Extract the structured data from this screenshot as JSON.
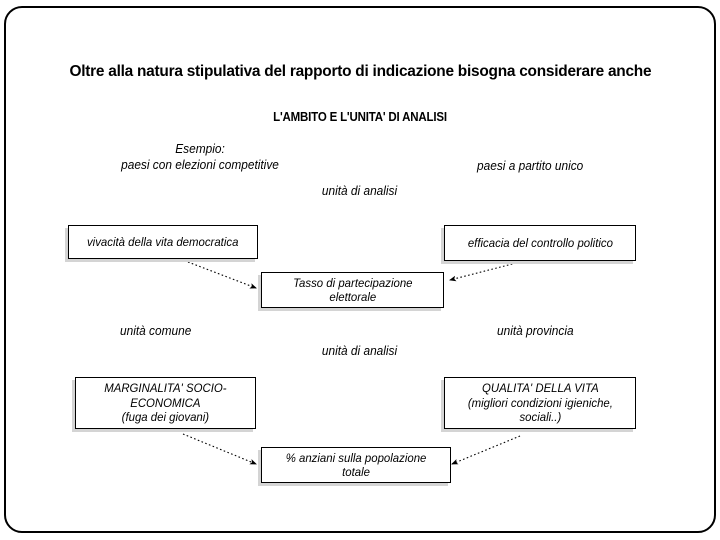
{
  "slide": {
    "heading": "Oltre alla natura stipulativa del rapporto di indicazione  bisogna considerare anche",
    "diagram_title": "L'AMBITO E L'UNITA' DI ANALISI",
    "frame_color": "#000000",
    "background_color": "#ffffff",
    "box_border_color": "#000000",
    "box_shadow_color": "#d4d4d4",
    "arrow_color": "#000000"
  },
  "captions": {
    "example_left": "Esempio:\npaesi con elezioni competitive",
    "example_right": "paesi a partito unico",
    "unit_of_analysis_top": "unità di analisi",
    "unit_common": "unità comune",
    "unit_province": "unità provincia",
    "unit_of_analysis_bottom": "unità di analisi"
  },
  "boxes": {
    "top_left": "vivacità della vita democratica",
    "top_right": "efficacia del controllo politico",
    "middle_center": "Tasso di partecipazione\nelettorale",
    "bottom_left": "MARGINALITA' SOCIO-\nECONOMICA\n(fuga dei giovani)",
    "bottom_right": "QUALITA' DELLA VITA\n(migliori condizioni igieniche,\nsociali..)",
    "bottom_center": "% anziani sulla popolazione\ntotale"
  }
}
